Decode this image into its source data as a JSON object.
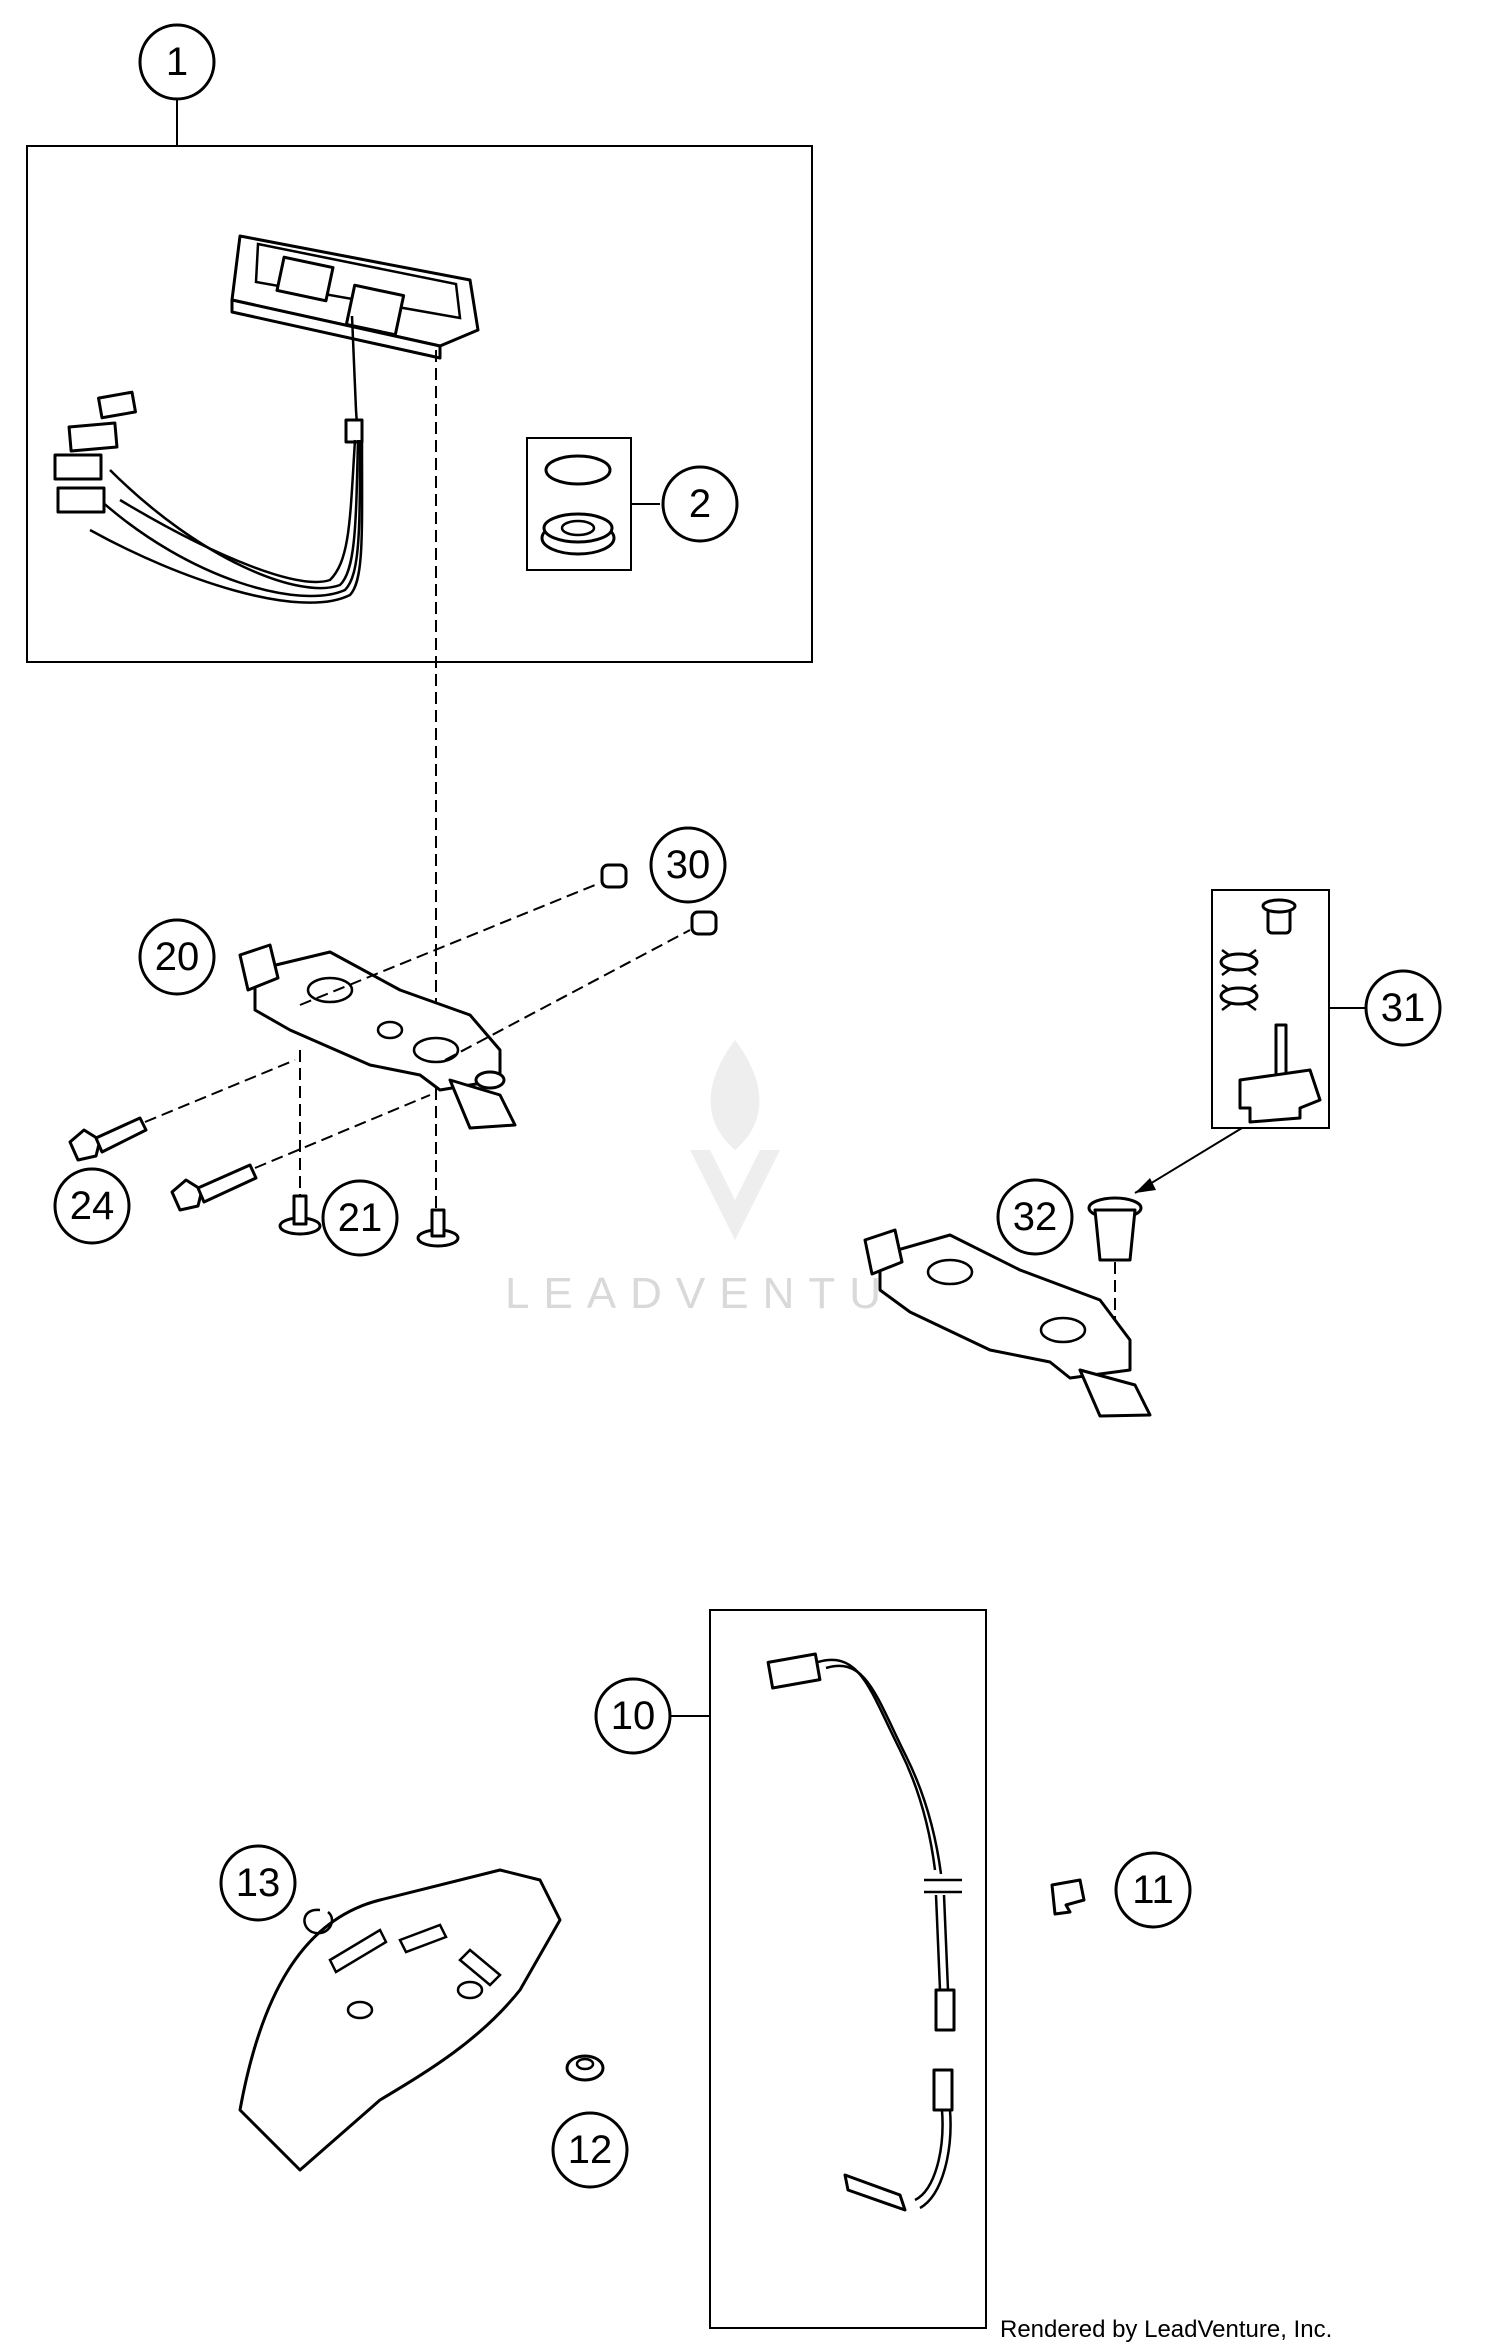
{
  "callouts": [
    {
      "label": "1"
    },
    {
      "label": "2"
    },
    {
      "label": "20"
    },
    {
      "label": "30"
    },
    {
      "label": "24"
    },
    {
      "label": "21"
    },
    {
      "label": "31"
    },
    {
      "label": "32"
    },
    {
      "label": "10"
    },
    {
      "label": "13"
    },
    {
      "label": "11"
    },
    {
      "label": "12"
    }
  ],
  "watermark": {
    "brand": "LEADVENTU"
  },
  "footer": {
    "credit": "Rendered by LeadVenture, Inc."
  }
}
